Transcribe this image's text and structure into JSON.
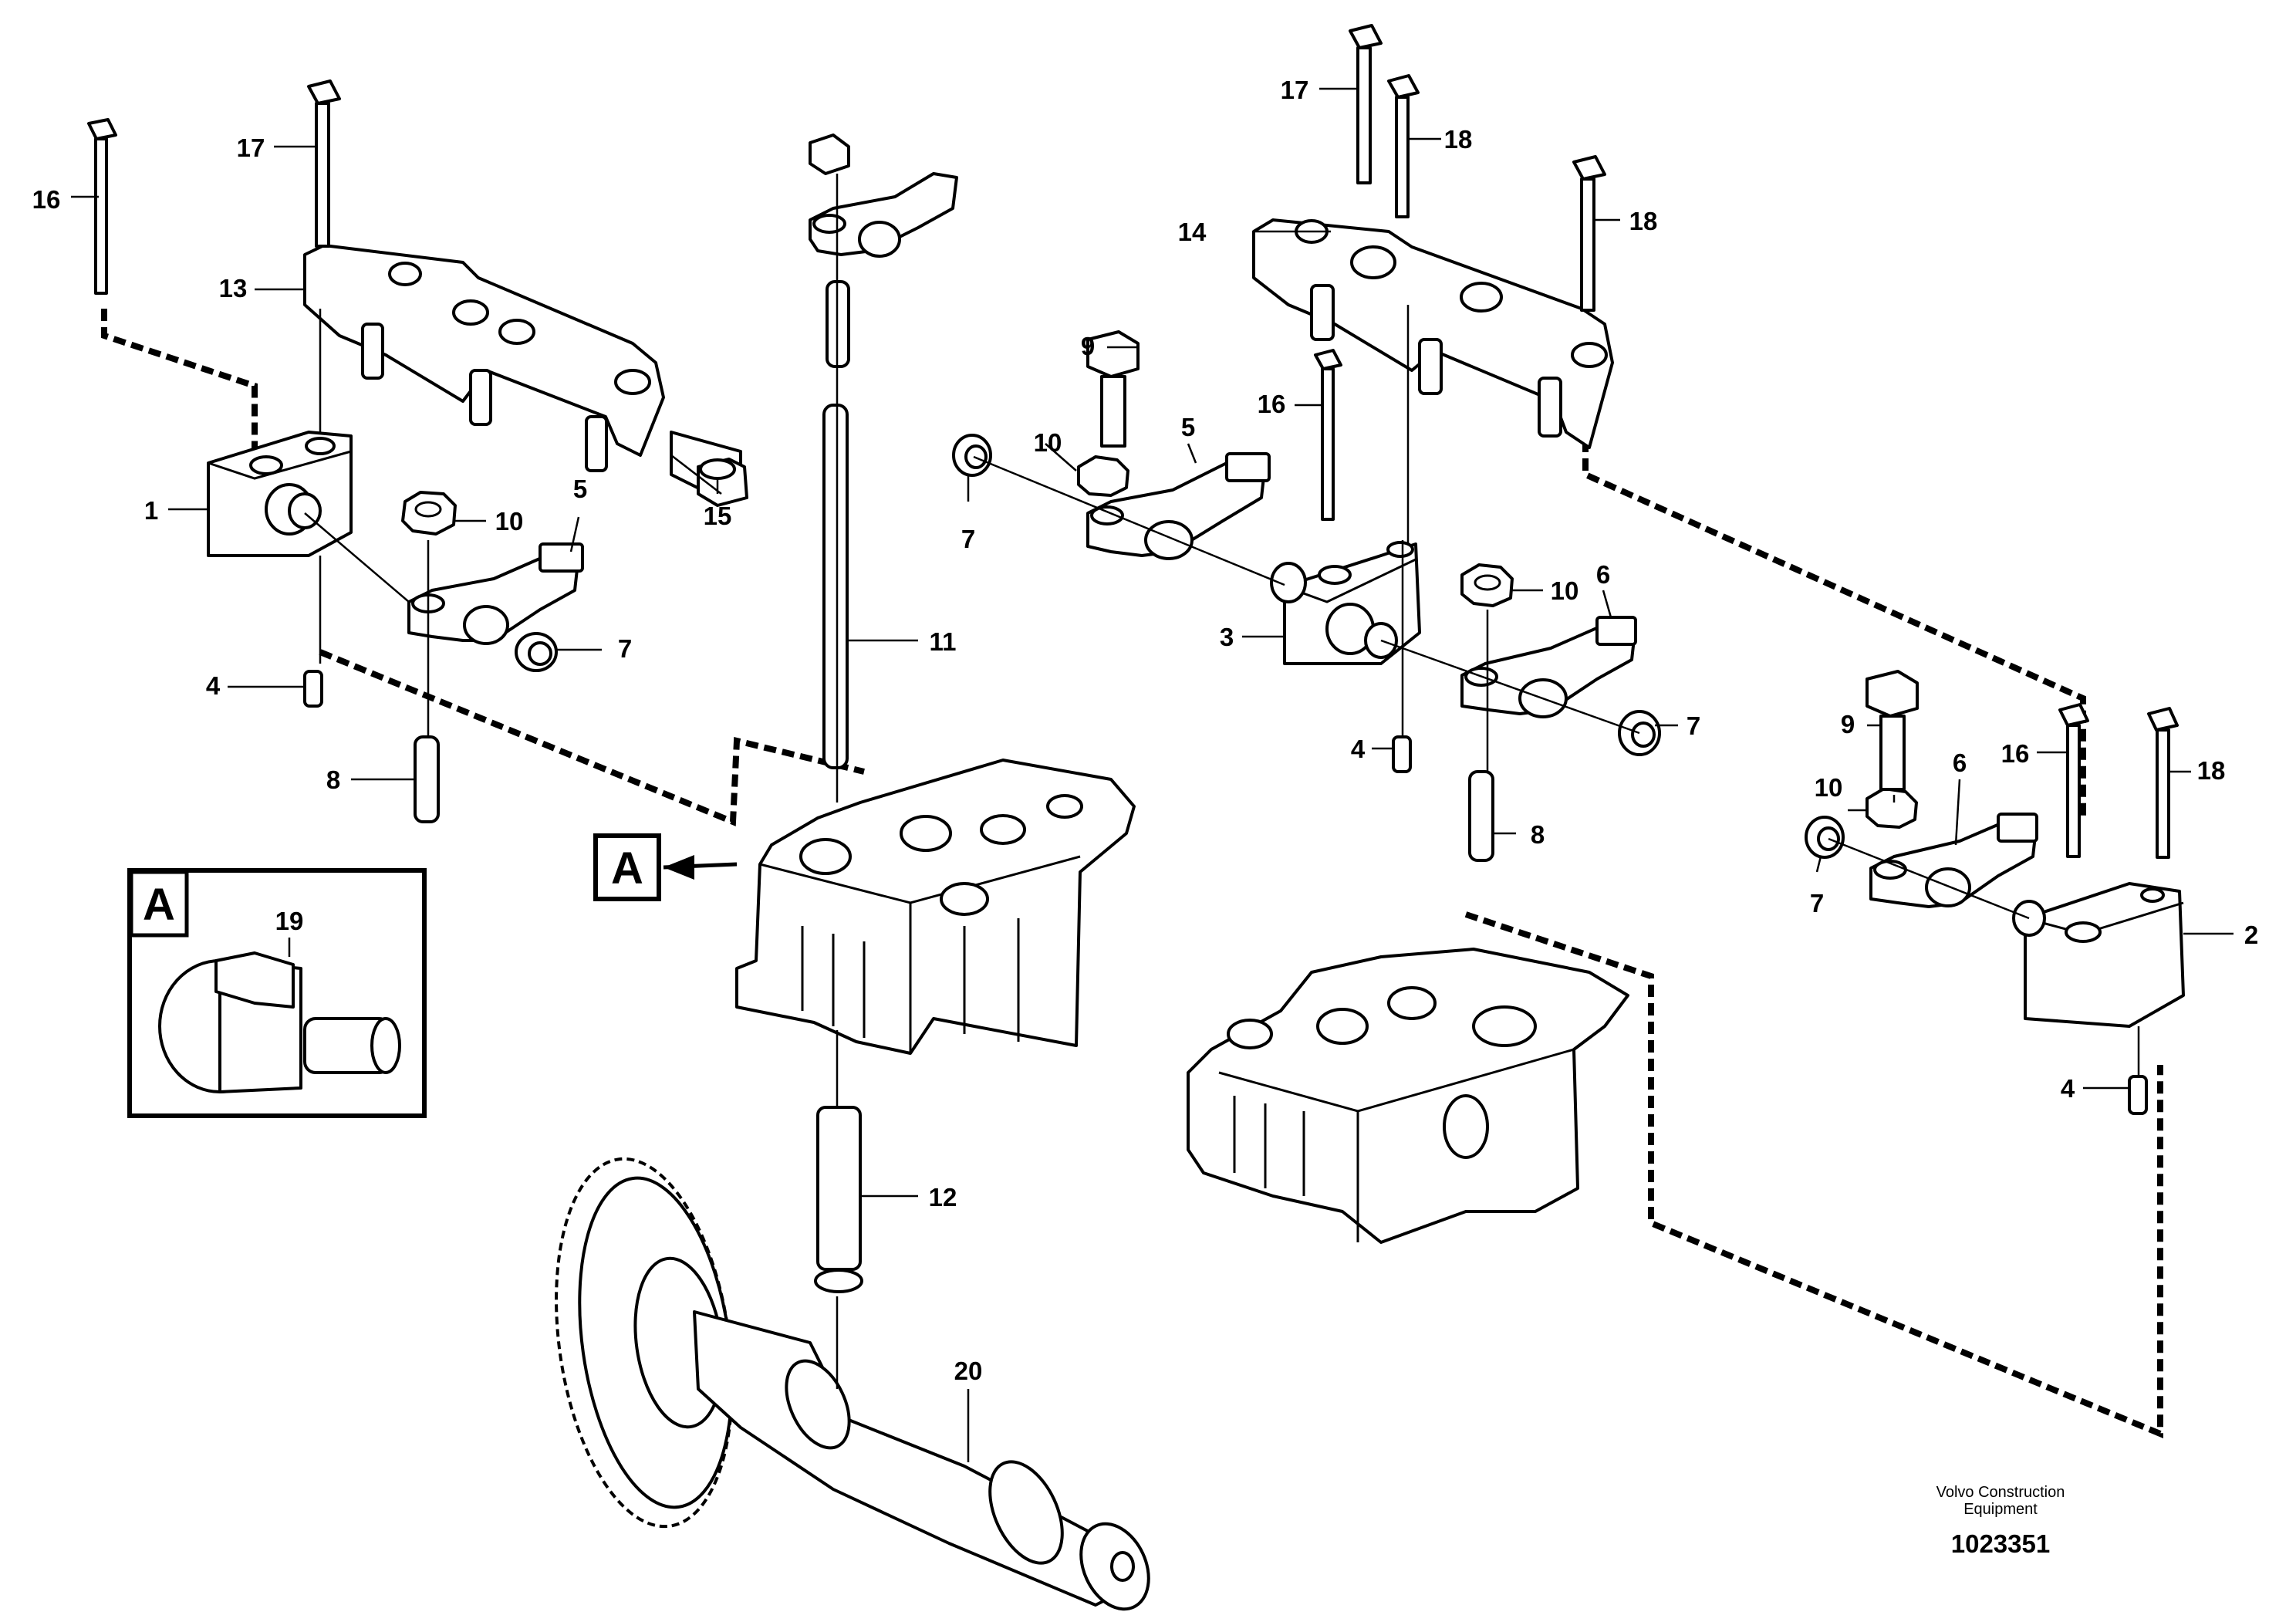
{
  "figure": {
    "caption_line1": "Volvo Construction",
    "caption_line2": "Equipment",
    "document_number": "1023351",
    "detail_view_letter": "A"
  },
  "callouts": {
    "c1": "1",
    "c2": "2",
    "c3": "3",
    "c4a": "4",
    "c4b": "4",
    "c4c": "4",
    "c5a": "5",
    "c5b": "5",
    "c6a": "6",
    "c6b": "6",
    "c7a": "7",
    "c7b": "7",
    "c7c": "7",
    "c7d": "7",
    "c8a": "8",
    "c8b": "8",
    "c9a": "9",
    "c9b": "9",
    "c10a": "10",
    "c10b": "10",
    "c10c": "10",
    "c10d": "10",
    "c11": "11",
    "c12": "12",
    "c13": "13",
    "c14": "14",
    "c15": "15",
    "c16a": "16",
    "c16b": "16",
    "c16c": "16",
    "c17a": "17",
    "c17b": "17",
    "c18a": "18",
    "c18b": "18",
    "c18c": "18",
    "c19": "19",
    "c20": "20"
  }
}
